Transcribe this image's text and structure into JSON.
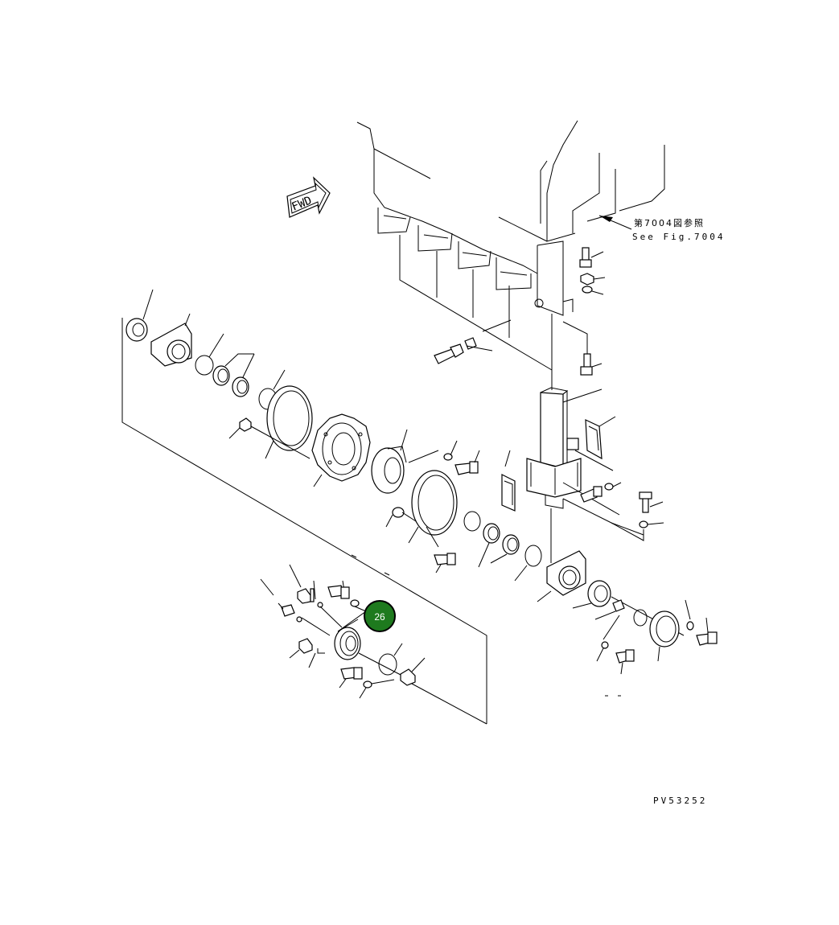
{
  "direction_label": "FWD",
  "reference": {
    "jp": "第7004図参照",
    "en": "See Fig.7004"
  },
  "drawing_code": "PV53252",
  "callouts": [
    {
      "label": "26",
      "color": "#1e7a1e"
    }
  ]
}
